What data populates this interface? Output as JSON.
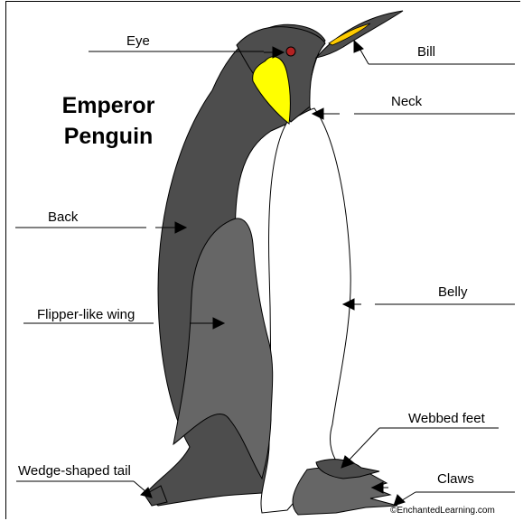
{
  "title": {
    "line1": "Emperor",
    "line2": "Penguin"
  },
  "labels": {
    "eye": "Eye",
    "bill": "Bill",
    "neck": "Neck",
    "back": "Back",
    "belly": "Belly",
    "flipper": "Flipper-like wing",
    "webbed_feet": "Webbed feet",
    "tail": "Wedge-shaped tail",
    "claws": "Claws"
  },
  "credit": "©EnchantedLearning.com",
  "colors": {
    "body": "#4d4d4d",
    "wing": "#666666",
    "belly": "#ffffff",
    "yellow": "#ffff00",
    "eye": "#b22222"
  }
}
